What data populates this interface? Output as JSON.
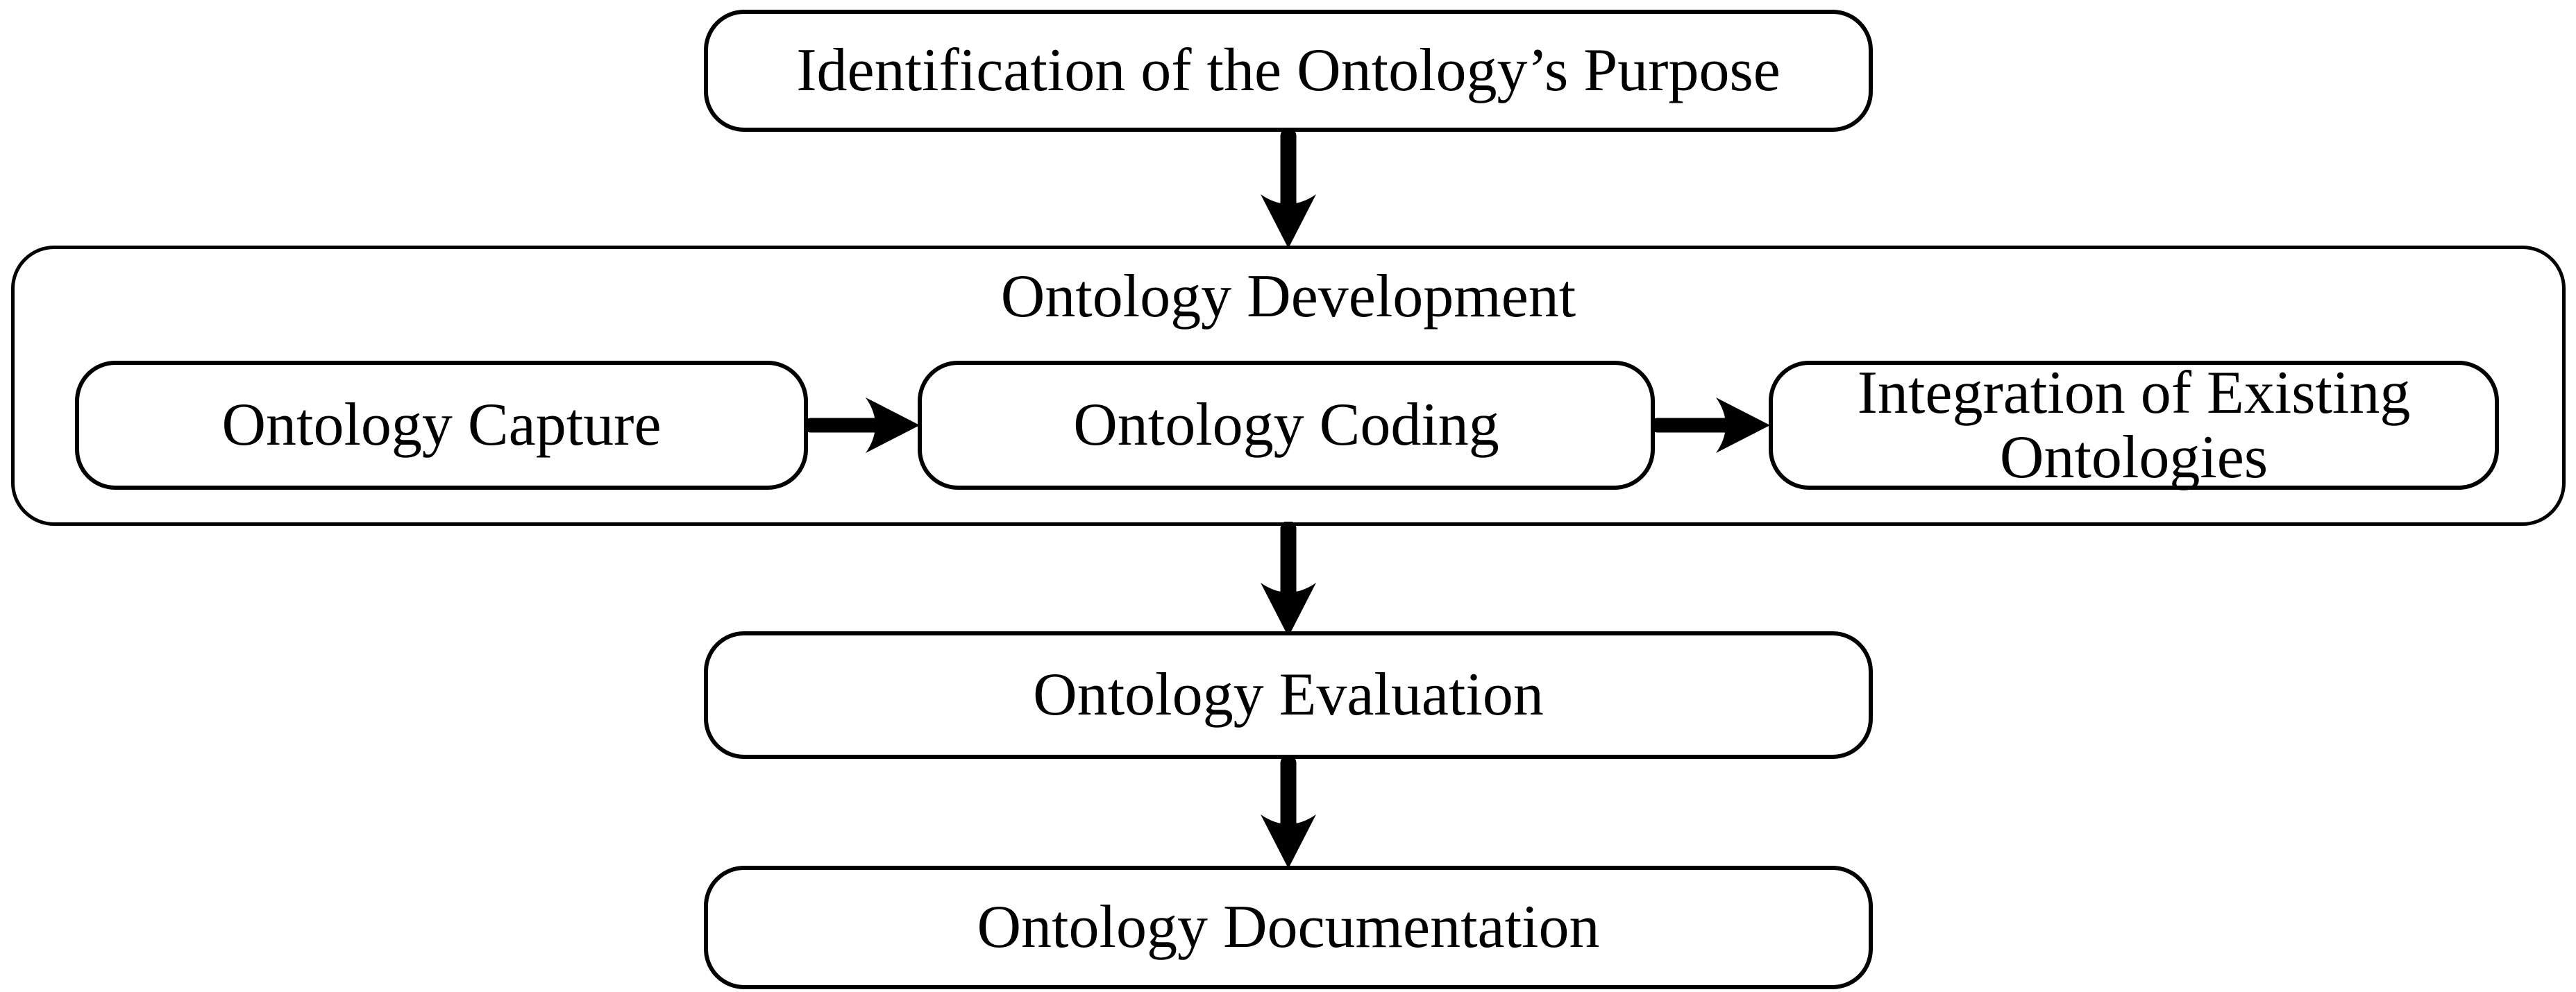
{
  "diagram": {
    "type": "flowchart",
    "direction": "top-down",
    "nodes": {
      "purpose": "Identification of the Ontology’s Purpose",
      "development_group": "Ontology Development",
      "capture": "Ontology Capture",
      "coding": "Ontology Coding",
      "integration": "Integration of Existing Ontologies",
      "evaluation": "Ontology Evaluation",
      "documentation": "Ontology Documentation"
    },
    "edges": [
      {
        "from": "purpose",
        "to": "development_group",
        "direction": "down"
      },
      {
        "from": "capture",
        "to": "coding",
        "direction": "right"
      },
      {
        "from": "coding",
        "to": "integration",
        "direction": "right"
      },
      {
        "from": "development_group",
        "to": "evaluation",
        "direction": "down"
      },
      {
        "from": "evaluation",
        "to": "documentation",
        "direction": "down"
      }
    ],
    "colors": {
      "stroke": "#000000",
      "background": "#ffffff",
      "text": "#000000"
    }
  }
}
